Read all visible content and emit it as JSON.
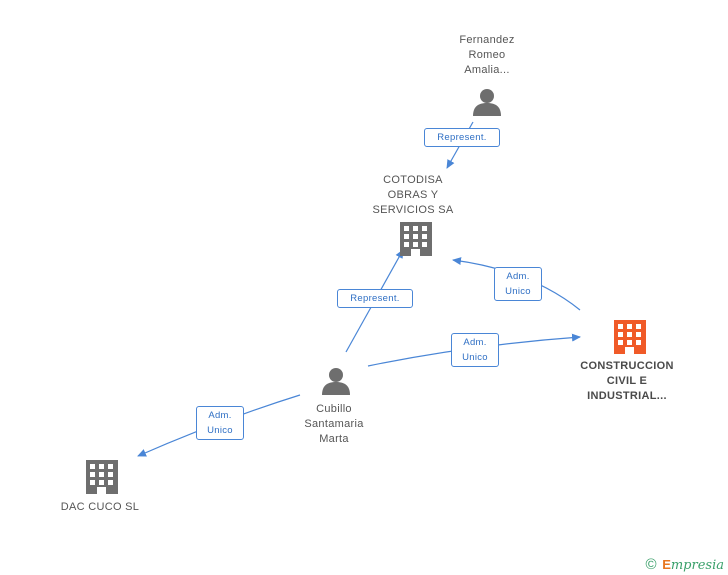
{
  "nodes": {
    "fernandez": {
      "label": "Fernandez\nRomeo\nAmalia...",
      "type": "person"
    },
    "cotodisa": {
      "label": "COTODISA\nOBRAS Y\nSERVICIOS SA",
      "type": "company"
    },
    "construccion": {
      "label": "CONSTRUCCION\nCIVIL E\nINDUSTRIAL...",
      "type": "company-main"
    },
    "cubillo": {
      "label": "Cubillo\nSantamaria\nMarta",
      "type": "person"
    },
    "dac": {
      "label": "DAC CUCO SL",
      "type": "company"
    }
  },
  "edges": {
    "fernandez_cotodisa": "Represent.",
    "cubillo_cotodisa": "Represent.",
    "construccion_cotodisa": "Adm.\nUnico",
    "cubillo_construccion": "Adm.\nUnico",
    "cubillo_dac": "Adm.\nUnico"
  },
  "colors": {
    "edge": "#4a86d6",
    "company": "#6e6e6e",
    "main_company": "#f05a28",
    "person": "#6e6e6e"
  },
  "footer": {
    "copyright": "©",
    "brand_initial": "E",
    "brand_rest": "mpresia"
  }
}
